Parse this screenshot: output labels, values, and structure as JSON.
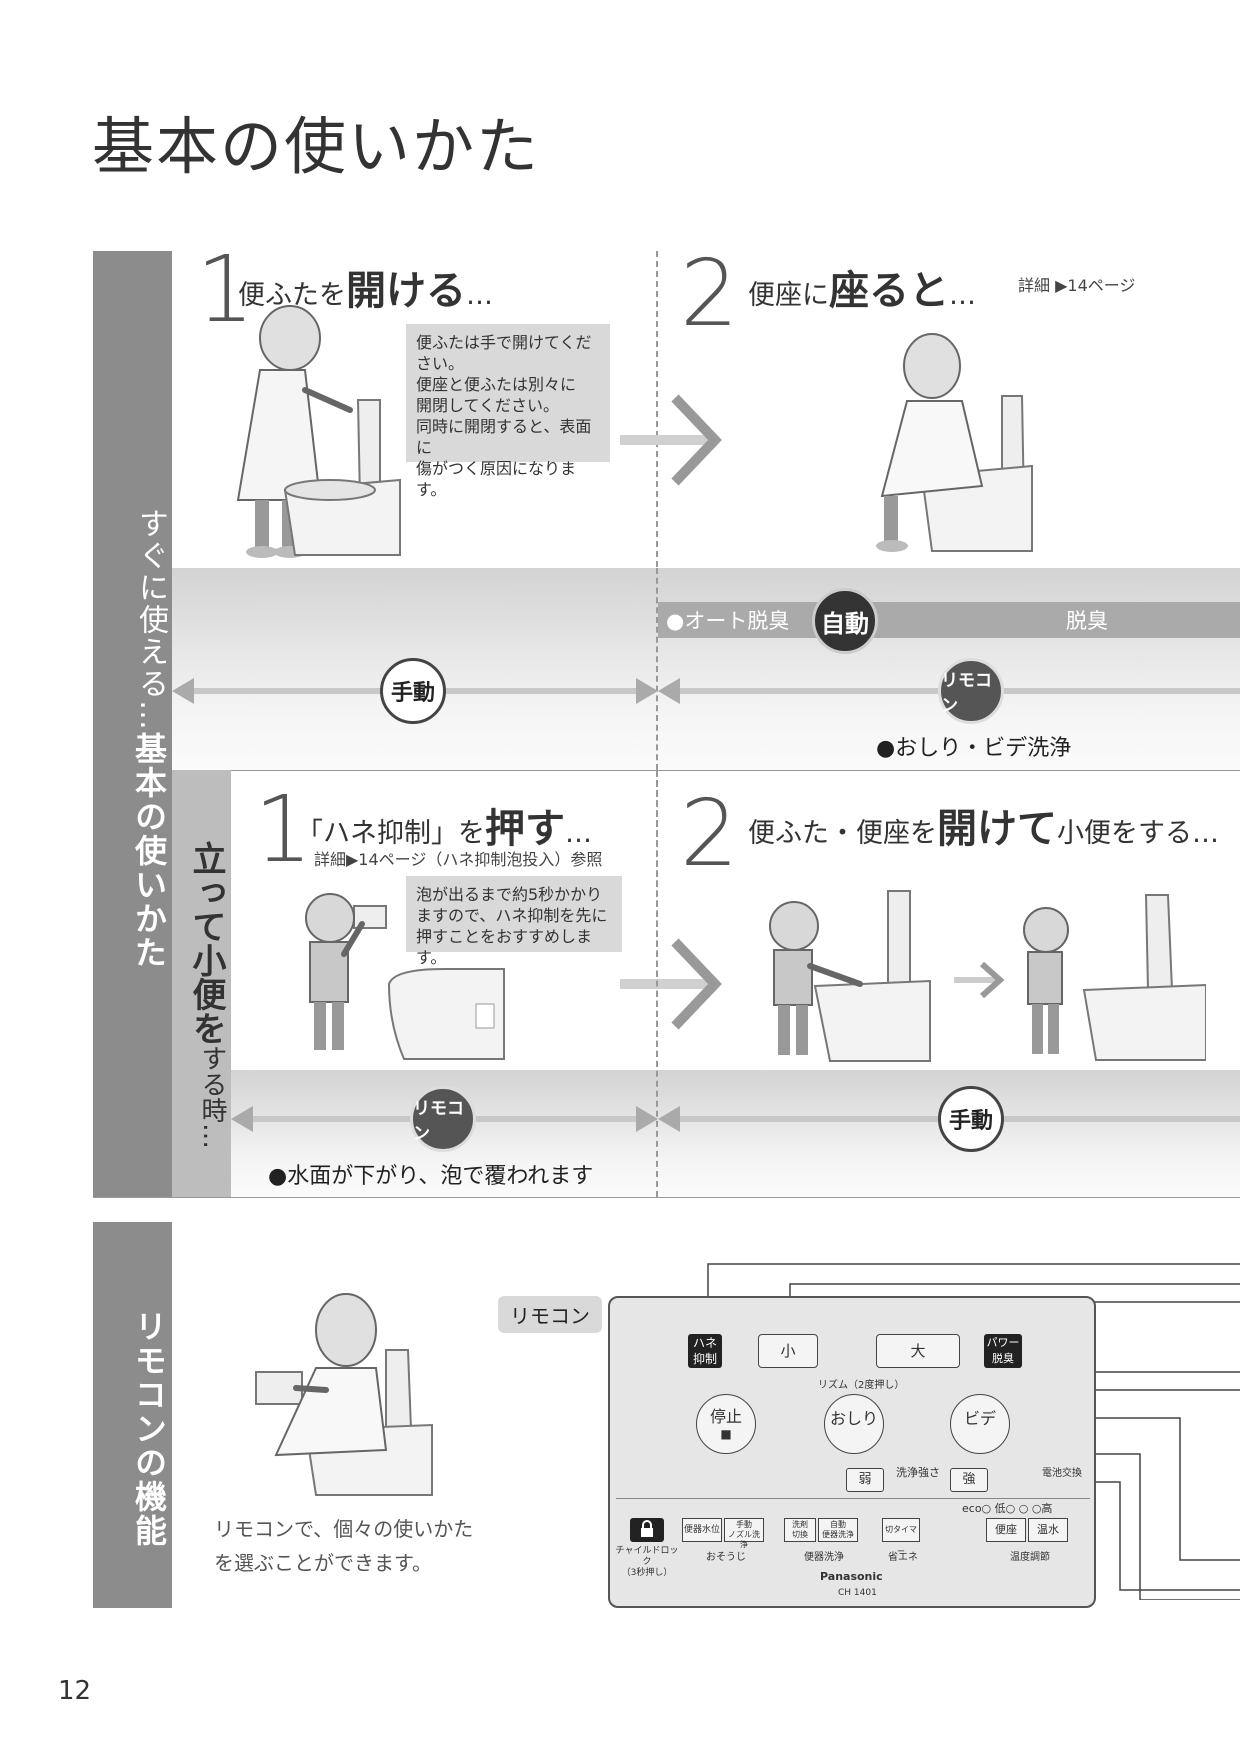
{
  "page": {
    "title": "基本の使いかた",
    "page_number": "12"
  },
  "section_quick": {
    "tab_light": "すぐに使える…",
    "tab_strong": "基本の使いかた",
    "step1": {
      "num": "1",
      "text_before": "便ふたを",
      "text_bold": "開ける",
      "text_after": "…",
      "note_lines": [
        "便ふたは手で開けてくだ",
        "さい。",
        "便座と便ふたは別々に",
        "開閉してください。",
        "同時に開閉すると、表面に",
        "傷がつく原因になります。"
      ]
    },
    "step2": {
      "num": "2",
      "text_before": "便座に",
      "text_bold": "座ると",
      "text_after": "…",
      "ref": "詳細 ▶14ページ"
    },
    "auto_bar": {
      "left": "●オート脱臭",
      "badge": "自動",
      "right": "脱臭"
    },
    "manual_badge": "手動",
    "remote_badge": "リモコン",
    "caption": "●おしり・ビデ洗浄"
  },
  "section_standing": {
    "tab_big": "立って小便を",
    "tab_small": "する時…",
    "step1": {
      "num": "1",
      "text_before": "「ハネ抑制」を",
      "text_bold": "押す",
      "text_after": "…",
      "ref": "詳細▶14ページ（ハネ抑制泡投入）参照",
      "note_lines": [
        "泡が出るまで約5秒かかり",
        "ますので、ハネ抑制を先に",
        "押すことをおすすめします。"
      ]
    },
    "step2": {
      "num": "2",
      "text_before": "便ふた・便座を",
      "text_bold": "開けて",
      "text_after": "小便をする…"
    },
    "remote_badge": "リモコン",
    "manual_badge": "手動",
    "caption": "●水面が下がり、泡で覆われます"
  },
  "section_remote": {
    "tab": "リモコンの機能",
    "label": "リモコン",
    "text_lines": [
      "リモコンで、個々の使いかた",
      "を選ぶことができます。"
    ],
    "panel": {
      "hane_line1": "ハネ",
      "hane_line2": "抑制",
      "small": "小",
      "large": "大",
      "power_line1": "パワー",
      "power_line2": "脱臭",
      "rhythm": "リズム（2度押し）",
      "stop": "停止",
      "stop_mark": "■",
      "oshiri": "おしり",
      "bide": "ビデ",
      "weak": "弱",
      "strength": "洗浄強さ",
      "strong": "強",
      "battery": "電池交換",
      "eco": "eco○ 低○ ○ ○高",
      "lock_caption_line1": "チャイルドロック",
      "lock_caption_line2": "（3秒押し）",
      "btn_water_level": "便器水位",
      "btn_manual_nozzle_line1": "手動",
      "btn_manual_nozzle_line2": "ノズル洗浄",
      "cap_cleaning": "おそうじ",
      "btn_wash_switch_line1": "洗剤",
      "btn_wash_switch_line2": "切換",
      "btn_auto_wash_line1": "自動",
      "btn_auto_wash_line2": "便器洗浄",
      "cap_bowl_wash": "便器洗浄",
      "btn_timer": "切タイマー",
      "cap_energy": "省エネ",
      "btn_seat": "便座",
      "btn_water_temp": "温水",
      "cap_temp": "温度調節",
      "brand": "Panasonic",
      "model": "CH 1401"
    }
  }
}
